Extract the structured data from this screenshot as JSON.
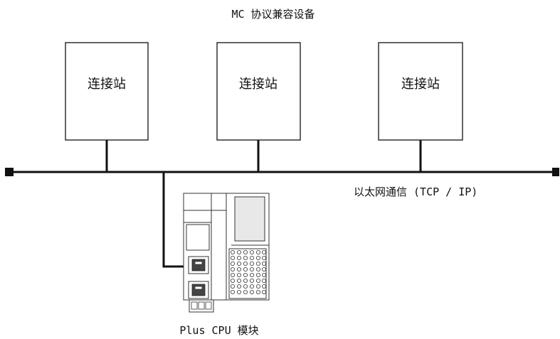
{
  "diagram": {
    "title": "MC 协议兼容设备",
    "stations": [
      {
        "label": "连接站"
      },
      {
        "label": "连接站"
      },
      {
        "label": "连接站"
      }
    ],
    "network_label": "以太网通信 (TCP / IP)",
    "module_label": "Plus CPU 模块"
  }
}
